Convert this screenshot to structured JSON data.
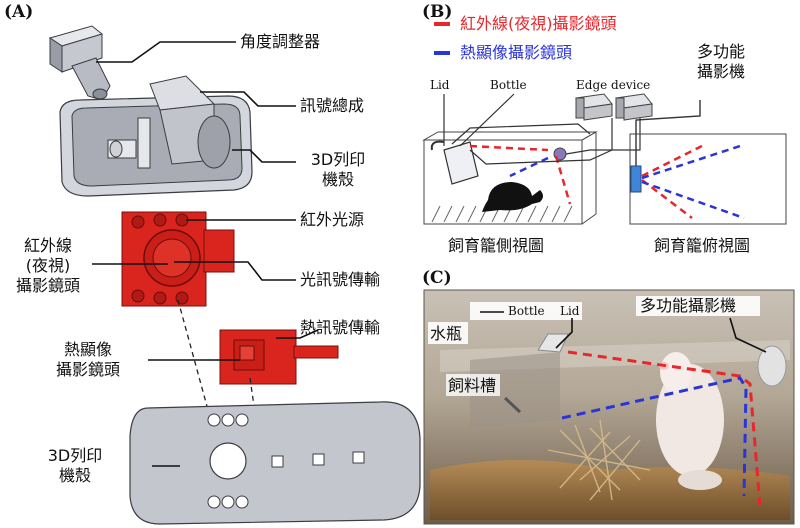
{
  "panel_a": {
    "label": "(A)",
    "angle_adjuster": "角度調整器",
    "signal_assembly": "訊號總成",
    "shell_top_line1": "3D列印",
    "shell_top_line2": "機殼",
    "ir_light": "紅外光源",
    "ir_cam_line1": "紅外線",
    "ir_cam_line2": "(夜視)",
    "ir_cam_line3": "攝影鏡頭",
    "optical_signal": "光訊號傳輸",
    "thermal_signal": "熱訊號傳輸",
    "thermal_cam_line1": "熱顯像",
    "thermal_cam_line2": "攝影鏡頭",
    "shell_bottom_line1": "3D列印",
    "shell_bottom_line2": "機殼"
  },
  "panel_b": {
    "label": "(B)",
    "legend_ir": "紅外線(夜視)攝影鏡頭",
    "legend_thermal": "熱顯像攝影鏡頭",
    "lid": "Lid",
    "bottle": "Bottle",
    "edge_device": "Edge device",
    "multi_cam_line1": "多功能",
    "multi_cam_line2": "攝影機",
    "side_view": "飼育籠側視圖",
    "top_view": "飼育籠俯視圖"
  },
  "panel_c": {
    "label": "(C)",
    "bottle": "Bottle",
    "lid": "Lid",
    "multi_cam": "多功能攝影機",
    "water_bottle": "水瓶",
    "feeder": "飼料槽"
  },
  "colors": {
    "ir_red": "#e8262b",
    "thermal_blue": "#2b34d6",
    "device_red": "#d9251d",
    "shell_gray": "#b9bcc4"
  }
}
